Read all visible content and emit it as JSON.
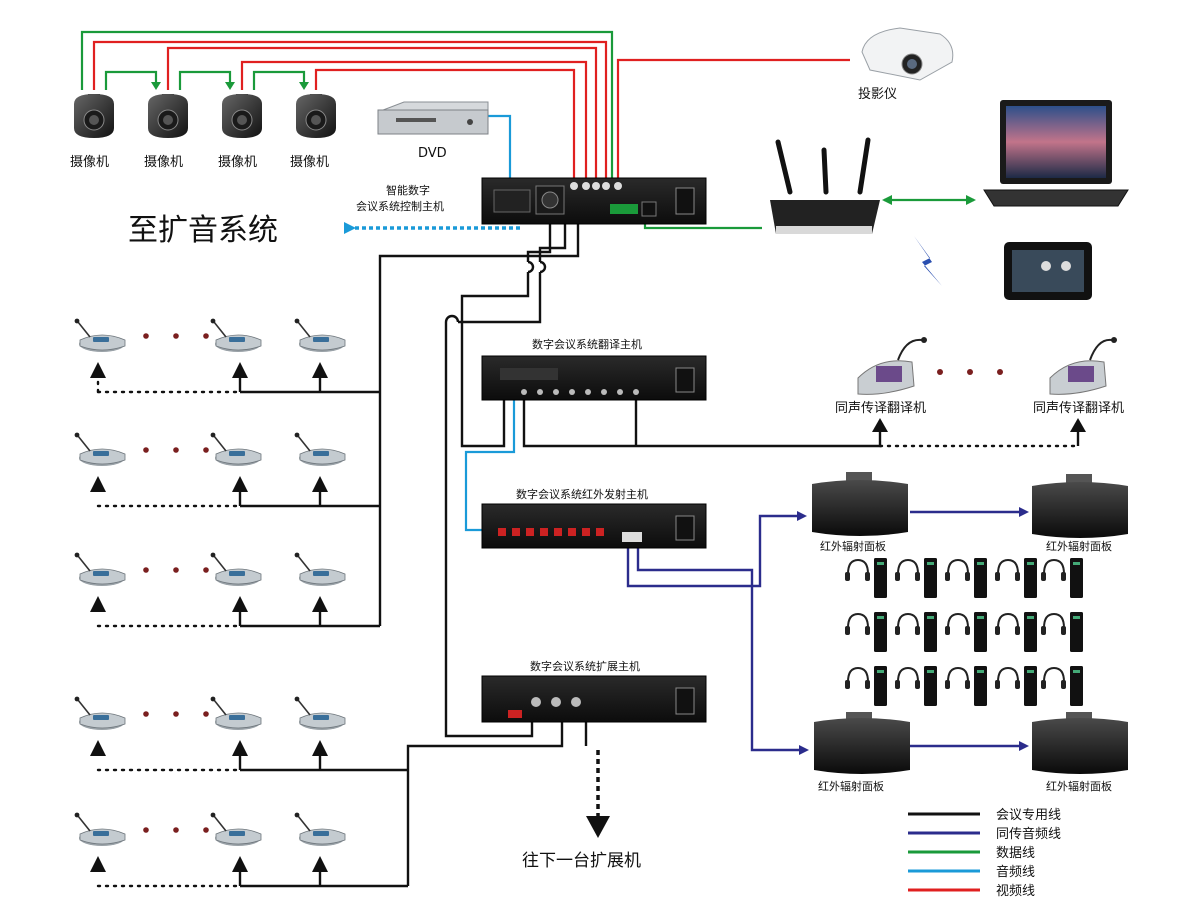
{
  "labels": {
    "camera": "摄像机",
    "dvd": "DVD",
    "projector": "投影仪",
    "host_line1": "智能数字",
    "host_line2": "会议系统控制主机",
    "to_pa": "至扩音系统",
    "translator_host": "数字会议系统翻译主机",
    "interpreter": "同声传译翻译机",
    "ir_host": "数字会议系统红外发射主机",
    "ir_panel": "红外辐射面板",
    "ext_host": "数字会议系统扩展主机",
    "next_ext": "往下一台扩展机"
  },
  "legend": [
    {
      "label": "会议专用线",
      "color": "#111111"
    },
    {
      "label": "同传音频线",
      "color": "#2b2c8c"
    },
    {
      "label": "数据线",
      "color": "#1a9a3a"
    },
    {
      "label": "音频线",
      "color": "#1a9ad8"
    },
    {
      "label": "视频线",
      "color": "#e02020"
    }
  ],
  "colors": {
    "meeting_line": "#111111",
    "interp_audio": "#2b2c8c",
    "data_line": "#1a9a3a",
    "audio_line": "#1a9ad8",
    "video_line": "#e02020"
  }
}
